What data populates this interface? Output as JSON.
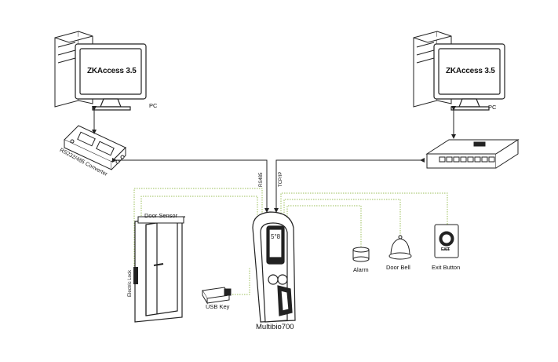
{
  "pc_left": {
    "screen_text": "ZKAccess 3.5",
    "label": "PC"
  },
  "pc_right": {
    "screen_text": "ZKAccess 3.5",
    "label": "PC"
  },
  "converter": {
    "label": "RS232/485 Converter"
  },
  "links": {
    "rs485": "RS485",
    "tcpip": "TCP/IP"
  },
  "door_sensor": {
    "label": "Door Sensor"
  },
  "electric_lock": {
    "label": "Electric Lock"
  },
  "usb_key": {
    "label": "USB Key"
  },
  "device": {
    "label": "Multibio700"
  },
  "alarm": {
    "label": "Alarm"
  },
  "door_bell": {
    "label": "Door Bell"
  },
  "exit_button": {
    "label": "Exit Button",
    "face_text": "EXIT"
  },
  "colors": {
    "line": "#222222",
    "dotted_wire": "#9bbf5a"
  }
}
